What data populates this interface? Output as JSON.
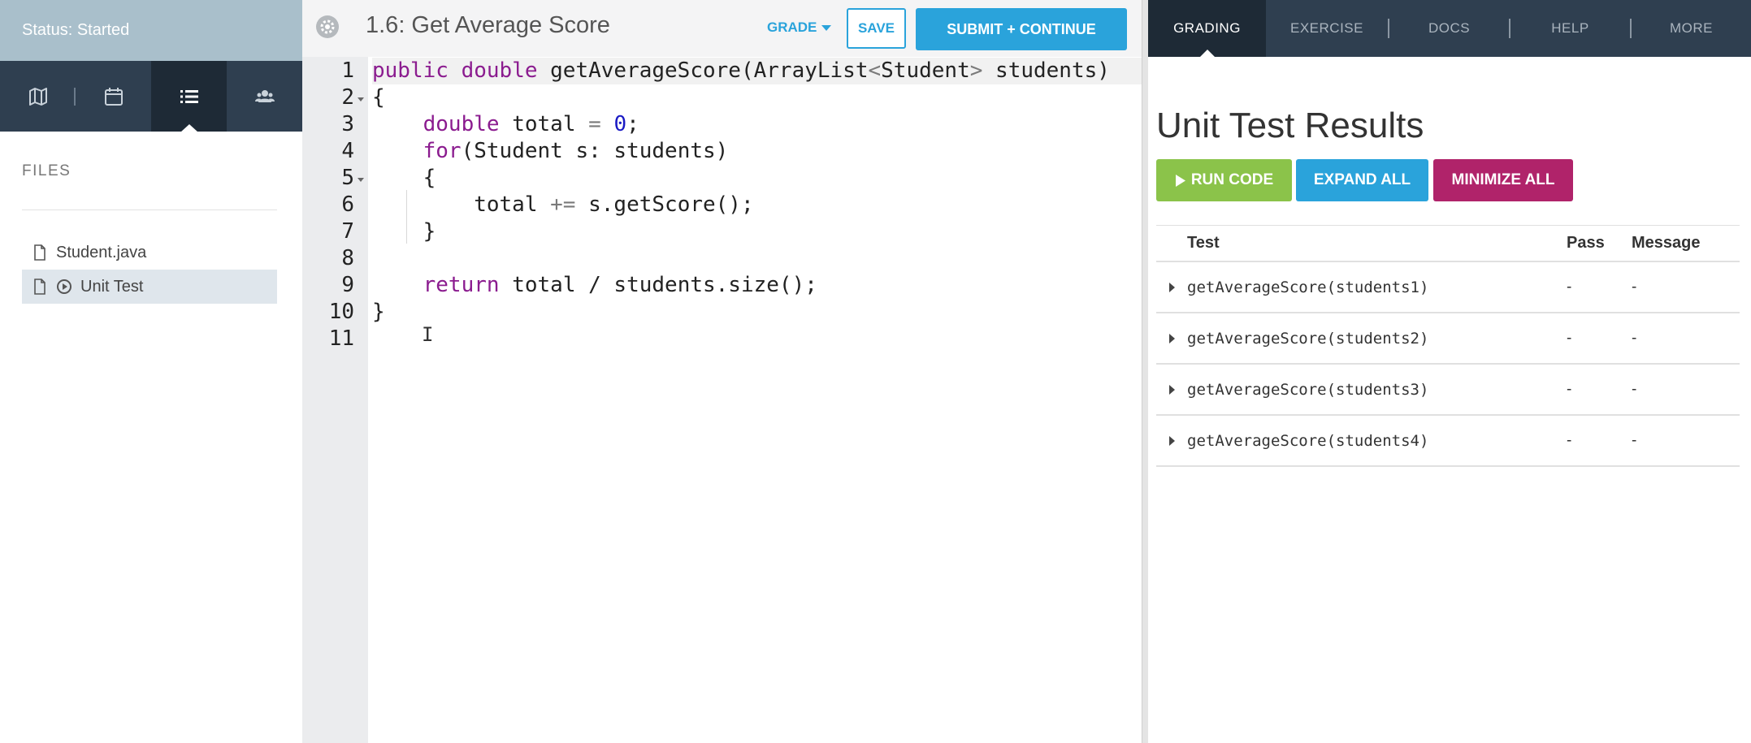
{
  "sidebar": {
    "status": "Status: Started",
    "icons": [
      "map-icon",
      "calendar-icon",
      "list-icon",
      "people-icon"
    ],
    "files_heading": "FILES",
    "files": [
      {
        "name": "Student.java",
        "icon": "file-icon"
      },
      {
        "name": "Unit Test",
        "icon": "file-icon",
        "badge": "play-circle-icon"
      }
    ]
  },
  "editor": {
    "title": "1.6: Get Average Score",
    "grade_label": "GRADE",
    "save_label": "SAVE",
    "submit_label": "SUBMIT + CONTINUE",
    "line_numbers": [
      "1",
      "2",
      "3",
      "4",
      "5",
      "6",
      "7",
      "8",
      "9",
      "10",
      "11"
    ],
    "code": [
      "public double getAverageScore(ArrayList<Student> students)",
      "{",
      "    double total = 0;",
      "    for(Student s: students)",
      "    {",
      "        total += s.getScore();",
      "    }",
      "",
      "    return total / students.size();",
      "}",
      ""
    ]
  },
  "right_panel": {
    "tabs": [
      "GRADING",
      "EXERCISE",
      "DOCS",
      "HELP",
      "MORE"
    ],
    "active_tab": "GRADING",
    "title": "Unit Test Results",
    "run_label": "RUN CODE",
    "expand_label": "EXPAND ALL",
    "minimize_label": "MINIMIZE ALL",
    "table": {
      "headers": [
        "Test",
        "Pass",
        "Message"
      ],
      "rows": [
        {
          "test": "getAverageScore(students1)",
          "pass": "-",
          "message": "-"
        },
        {
          "test": "getAverageScore(students2)",
          "pass": "-",
          "message": "-"
        },
        {
          "test": "getAverageScore(students3)",
          "pass": "-",
          "message": "-"
        },
        {
          "test": "getAverageScore(students4)",
          "pass": "-",
          "message": "-"
        }
      ]
    }
  },
  "colors": {
    "accent_blue": "#2aa3db",
    "run_green": "#8bc34a",
    "minimize_magenta": "#b0236a",
    "dark_nav": "#2f3f50",
    "status_bar": "#a9bfcb",
    "keyword": "#8b1c8f",
    "number": "#1a1ac4"
  }
}
